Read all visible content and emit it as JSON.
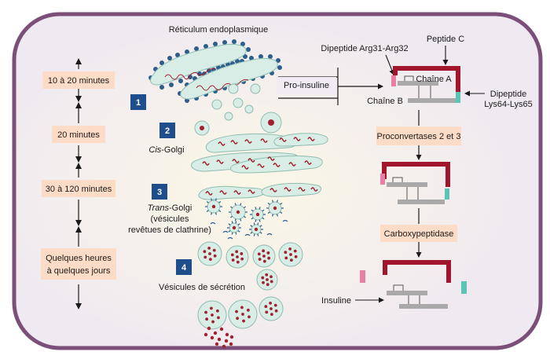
{
  "colors": {
    "cell_border": "#7c4f7a",
    "cell_fill": "#f1ecf3",
    "time_box": "#fcdcc6",
    "step_box": "#1f4e8c",
    "chain_red": "#a1162d",
    "chain_gray": "#a9a9a9",
    "dipeptide_pink": "#e87fa5",
    "dipeptide_teal": "#5cc4b4",
    "organelle_fill": "#d7ede6",
    "organelle_border": "#8fbdb2",
    "granule": "#a3202f",
    "ribosome": "#2b5d8e"
  },
  "icons": {
    "step_marker": "square-badge",
    "vesicle": "circle-with-red-dots",
    "arrow": "arrow-right"
  },
  "diagram": {
    "er_label": "Réticulum endoplasmique",
    "cis_golgi_italic": "Cis",
    "cis_golgi_rest": "-Golgi",
    "trans_golgi_italic": "Trans",
    "trans_golgi_rest": "-Golgi",
    "trans_golgi_line2": "(vésicules",
    "trans_golgi_line3": "revêtues de clathrine)",
    "secretory_label": "Vésicules de sécrétion",
    "steps": [
      "1",
      "2",
      "3",
      "4"
    ],
    "times": [
      "10 à 20 minutes",
      "20 minutes",
      "30 à 120 minutes",
      "Quelques heures",
      "à quelques jours"
    ],
    "pro_insulin": "Pro-insuline",
    "dipeptide_arg": "Dipeptide Arg31-Arg32",
    "peptide_c": "Peptide C",
    "chain_a": "Chaîne A",
    "chain_b": "Chaîne B",
    "dipeptide_lys_1": "Dipeptide",
    "dipeptide_lys_2": "Lys64-Lys65",
    "proconvertases": "Proconvertases 2 et 3",
    "carboxypeptidase": "Carboxypeptidase",
    "insulin": "Insuline"
  }
}
